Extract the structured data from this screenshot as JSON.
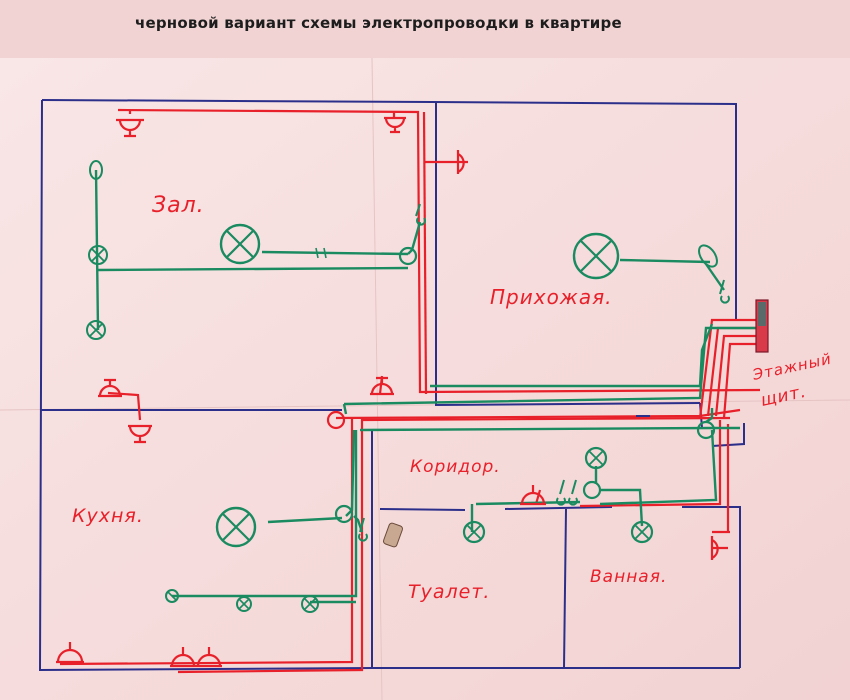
{
  "caption": "черновой вариант схемы электропроводки в квартире",
  "rooms": {
    "zal": "Зал.",
    "prihozhaya": "Прихожая.",
    "koridor": "Коридор.",
    "kuhnya": "Кухня.",
    "tualet": "Туалет.",
    "vannaya": "Ванная."
  },
  "panel": {
    "line1": "Этажный",
    "line2": "щит."
  },
  "colors": {
    "walls": "#2c2f8a",
    "red_wire": "#e8202a",
    "green_wire": "#1a8a60",
    "paper": "#f7dede"
  }
}
